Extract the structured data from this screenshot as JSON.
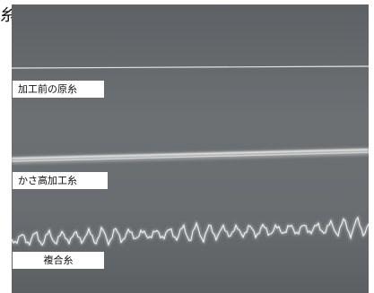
{
  "labels": {
    "raw_yarn": "加工前の原糸",
    "bulky_yarn": "かさ高加工糸",
    "composite_yarn": "複合糸"
  },
  "edge_text": "糸",
  "colors": {
    "background": "#6a6e71",
    "yarn": "#e6e6e6",
    "label_bg": "#ffffff"
  }
}
